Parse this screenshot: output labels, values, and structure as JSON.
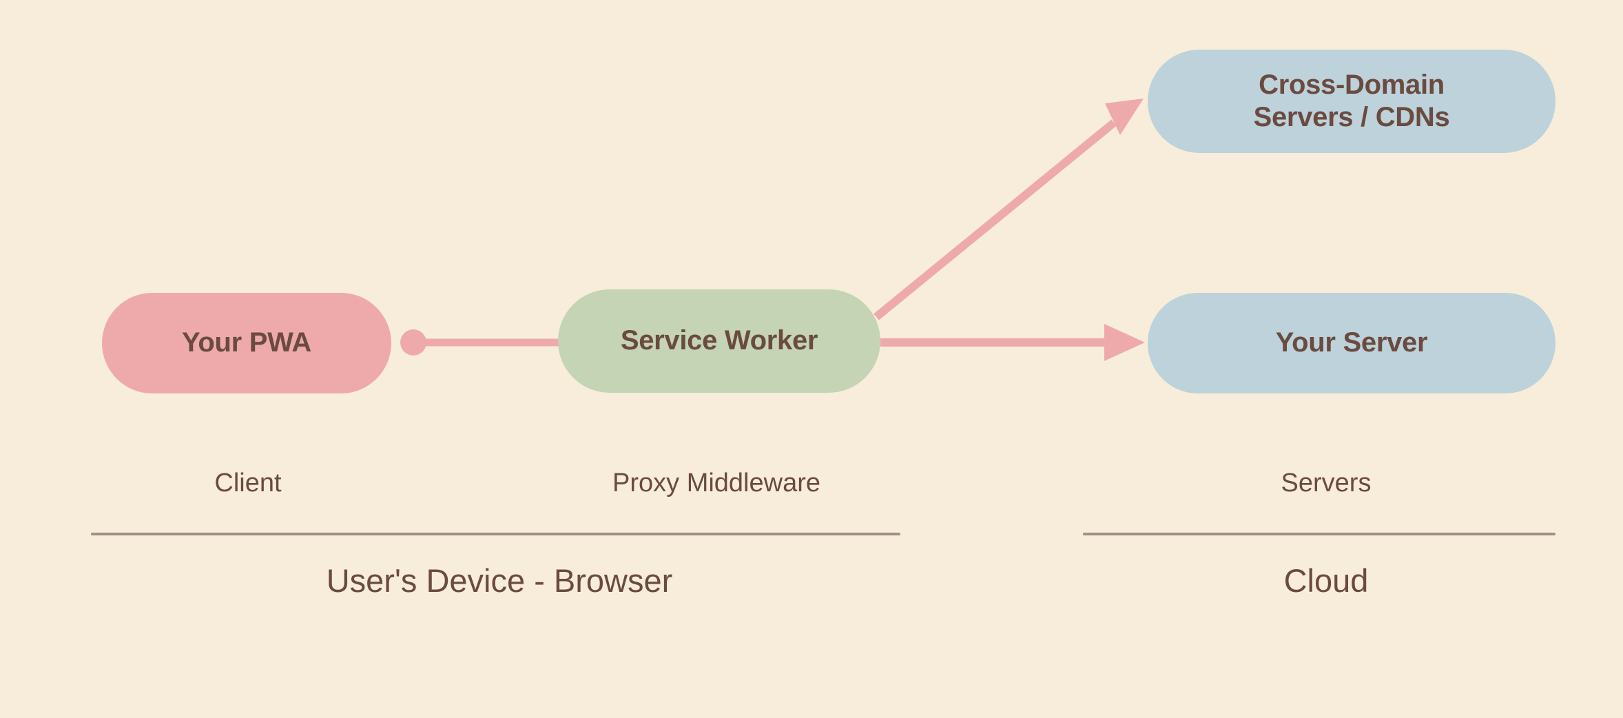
{
  "diagram": {
    "type": "architecture-flow",
    "background_color": "#f7edda",
    "text_color": "#6b4a40",
    "nodes": [
      {
        "id": "pwa",
        "label": "Your PWA",
        "color": "#eeaaaa",
        "zone": "Client"
      },
      {
        "id": "service-worker",
        "label": "Service Worker",
        "color": "#c4d4b5",
        "zone": "Proxy Middleware"
      },
      {
        "id": "cross-domain",
        "label_line1": "Cross-Domain",
        "label_line2": "Servers / CDNs",
        "color": "#bdd2da",
        "zone": "Servers"
      },
      {
        "id": "your-server",
        "label": "Your Server",
        "color": "#bdd2da",
        "zone": "Servers"
      }
    ],
    "edges": [
      {
        "id": "pwa-to-sw",
        "from": "pwa",
        "to": "service-worker",
        "color": "#eeaaaa",
        "style": "dot-line",
        "arrowhead": false
      },
      {
        "id": "sw-to-cross-domain",
        "from": "service-worker",
        "to": "cross-domain",
        "color": "#eeaaaa",
        "style": "diagonal",
        "arrowhead": true
      },
      {
        "id": "sw-to-your-server",
        "from": "service-worker",
        "to": "your-server",
        "color": "#eeaaaa",
        "style": "straight",
        "arrowhead": true
      }
    ],
    "zone_labels": {
      "client": "Client",
      "proxy": "Proxy Middleware",
      "servers": "Servers"
    },
    "zone_titles": {
      "device": "User's Device - Browser",
      "cloud": "Cloud"
    },
    "divider_color": "#a38c85"
  }
}
